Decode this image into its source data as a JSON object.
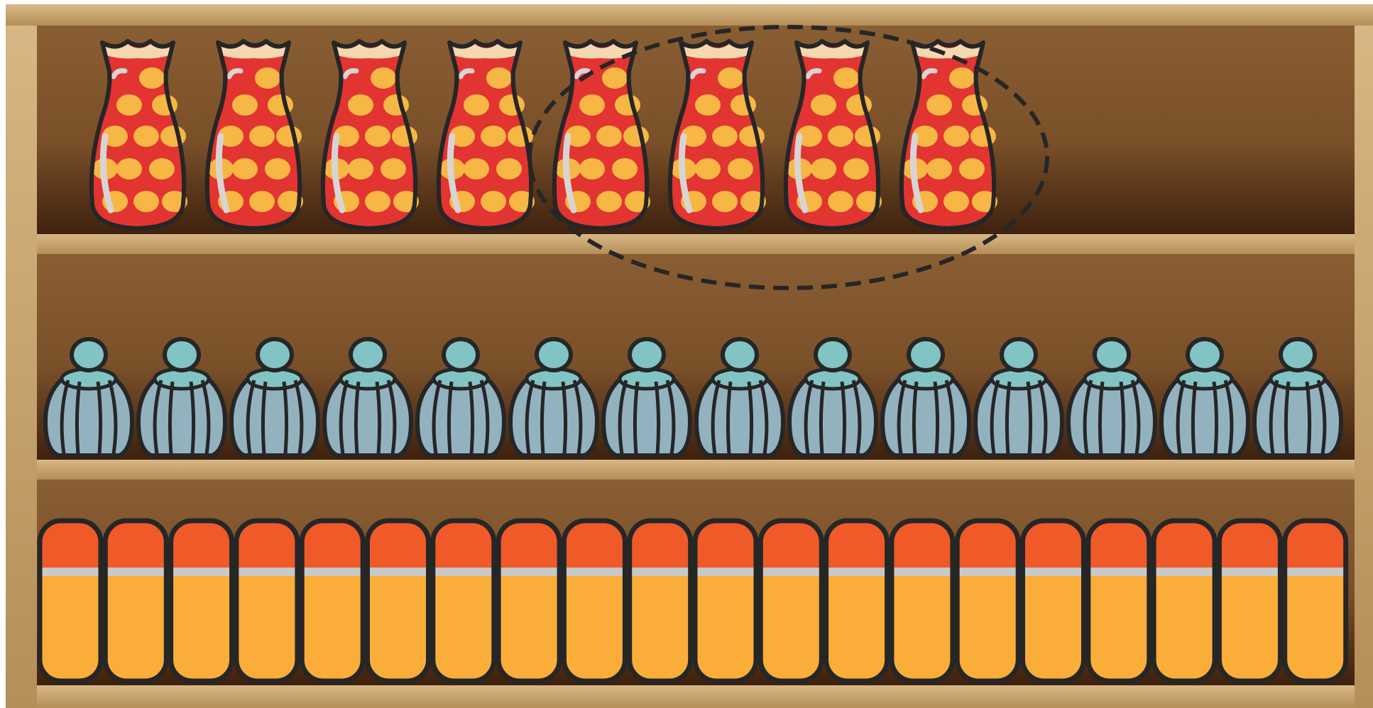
{
  "colors": {
    "frame": "#c9a26b",
    "frame_shadow": "#8a6a3e",
    "shelf_back_top": "#8a5e33",
    "shelf_back_bottom": "#3e210e",
    "outline": "#262626",
    "vase_red": "#e23431",
    "vase_dot": "#f7b745",
    "vase_lip": "#f6d8b0",
    "vase_highlight": "#d9d4d4",
    "pot_body": "#93b2bf",
    "pot_knob": "#82c4c4",
    "can_top": "#f05a28",
    "can_body": "#fbad3a",
    "can_band": "#c8c8c8"
  },
  "shelves": [
    {
      "item": "polka-dot-vase",
      "count": 8
    },
    {
      "item": "ribbed-blue-pot",
      "count": 14
    },
    {
      "item": "orange-canister",
      "count": 20
    }
  ],
  "selection": {
    "shape": "dashed-ellipse",
    "shelf_index": 0,
    "first_item_index": 4,
    "last_item_index": 7,
    "selected_count": 4
  }
}
